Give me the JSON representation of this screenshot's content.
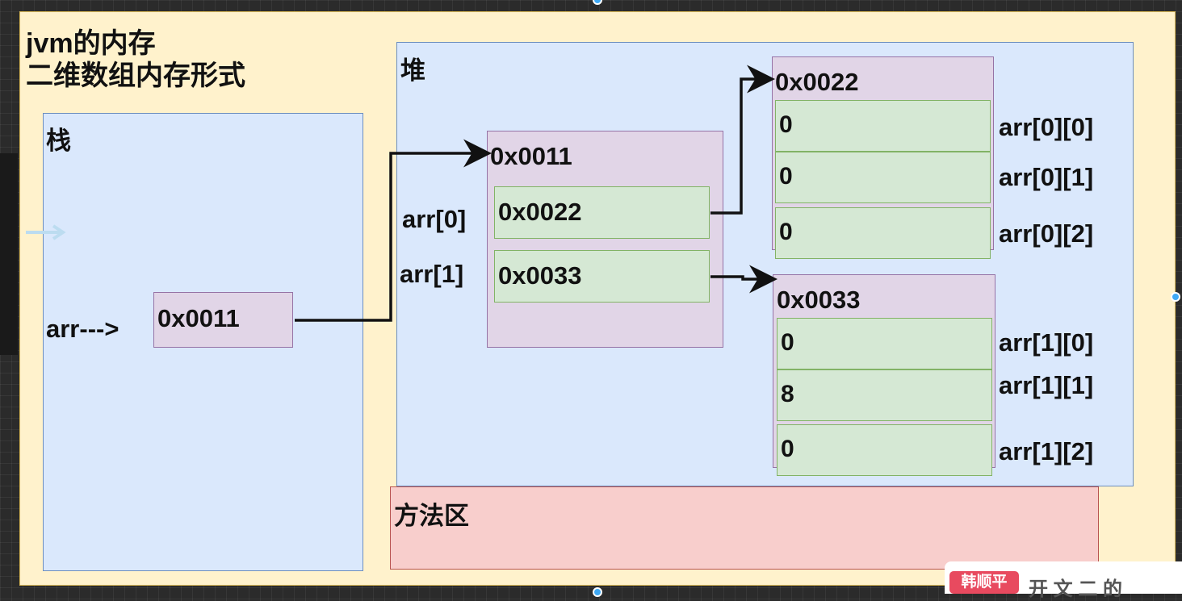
{
  "title": {
    "line1": "jvm的内存",
    "line2": "二维数组内存形式"
  },
  "stack": {
    "label": "栈",
    "var_label": "arr--->",
    "ref": "0x0011"
  },
  "heap": {
    "label": "堆",
    "outer": {
      "addr": "0x0011",
      "items": [
        {
          "label": "arr[0]",
          "value": "0x0022"
        },
        {
          "label": "arr[1]",
          "value": "0x0033"
        }
      ]
    },
    "row0": {
      "addr": "0x0022",
      "cells": [
        {
          "value": "0",
          "label": "arr[0][0]"
        },
        {
          "value": "0",
          "label": "arr[0][1]"
        },
        {
          "value": "0",
          "label": "arr[0][2]"
        }
      ]
    },
    "row1": {
      "addr": "0x0033",
      "cells": [
        {
          "value": "0",
          "label": "arr[1][0]"
        },
        {
          "value": "8",
          "label": "arr[1][1]"
        },
        {
          "value": "0",
          "label": "arr[1][2]"
        }
      ]
    }
  },
  "method_area": {
    "label": "方法区"
  },
  "watermark": {
    "name": "韩顺平",
    "partial_text": "开 文 二 的"
  },
  "colors": {
    "canvas_bg": "#fff2cc",
    "region_blue": "#dae8fc",
    "method_red": "#f8cecc",
    "purple": "#e1d5e7",
    "green": "#d5e8d4",
    "selection": "#3fa9f5"
  }
}
